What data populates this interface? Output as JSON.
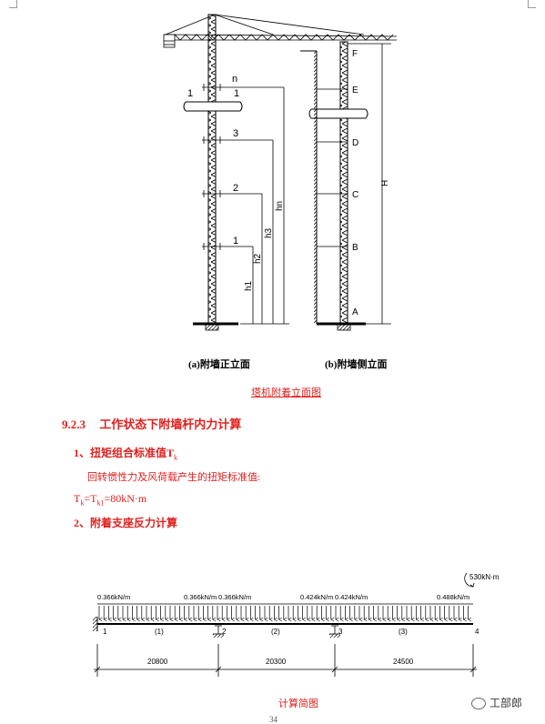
{
  "tower_figure": {
    "front_caption": "(a)附墙正立面",
    "side_caption": "(b)附墙侧立面",
    "front_labels": [
      "n",
      "1",
      "1",
      "3",
      "2",
      "1"
    ],
    "height_labels": [
      "h1",
      "h2",
      "h3",
      "hn"
    ],
    "side_labels": [
      "F",
      "E",
      "D",
      "C",
      "B",
      "A"
    ],
    "total_height_label": "H",
    "caption": "塔机附着立面图"
  },
  "section": {
    "number": "9.2.3",
    "title": "工作状态下附墙杆内力计算"
  },
  "item1": {
    "title": "1、扭矩组合标准值T",
    "title_sub": "k",
    "desc": "回转惯性力及风荷载产生的扭矩标准值:",
    "formula_t": "T",
    "formula_k": "k",
    "formula_mid": "=T",
    "formula_k1": "k1",
    "formula_rest": "=80kN·m"
  },
  "item2": {
    "title": "2、附着支座反力计算"
  },
  "beam_figure": {
    "moment_label": "530kN·m",
    "loads": [
      "0.366kN/m",
      "0.366kN/m",
      "0.366kN/m",
      "0.424kN/m",
      "0.424kN/m",
      "0.488kN/m"
    ],
    "nodes": [
      "1",
      "2",
      "3",
      "4"
    ],
    "spans": [
      "(1)",
      "(2)",
      "(3)"
    ],
    "dimensions": [
      "20800",
      "20300",
      "24500"
    ],
    "caption": "计算简图"
  },
  "watermark": "工部郎",
  "page_number": "34"
}
